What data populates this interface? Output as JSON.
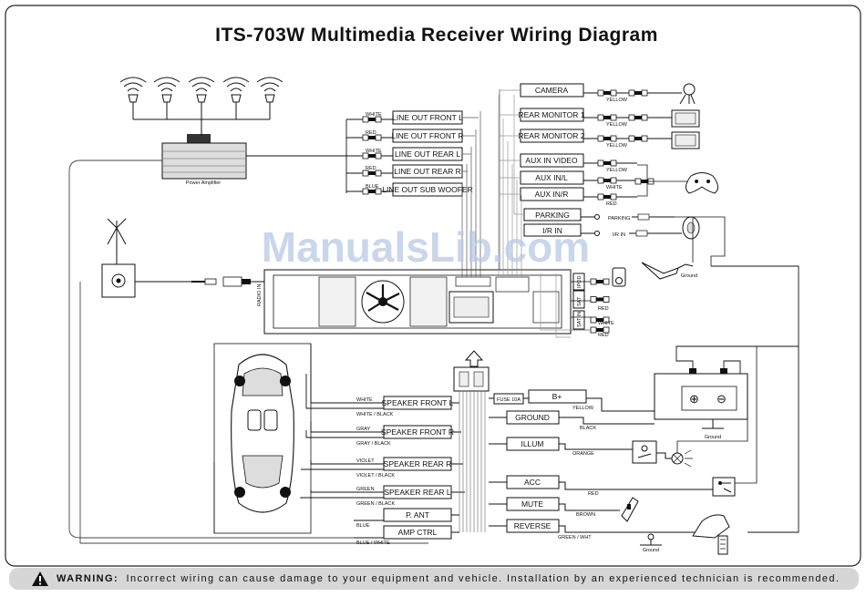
{
  "title": "ITS-703W Multimedia Receiver Wiring Diagram",
  "watermark": "ManualsLib.com",
  "warning": {
    "label": "WARNING:",
    "text": "Incorrect wiring can cause damage to your equipment and vehicle. Installation by an experienced technician is recommended."
  },
  "amplifier": {
    "label": "Power Amplifier"
  },
  "line_outs": [
    {
      "box": "LINE OUT FRONT L",
      "color": "WHITE"
    },
    {
      "box": "LINE OUT FRONT R",
      "color": "RED"
    },
    {
      "box": "LINE OUT REAR L",
      "color": "WHITE"
    },
    {
      "box": "LINE OUT REAR R",
      "color": "RED"
    },
    {
      "box": "LINE OUT SUB WOOFER",
      "color": "BLUE"
    }
  ],
  "video_connectors": [
    {
      "box": "CAMERA",
      "color": "YELLOW"
    },
    {
      "box": "REAR MONITOR 1",
      "color": "YELLOW"
    },
    {
      "box": "REAR MONITOR 2",
      "color": "YELLOW"
    },
    {
      "box": "AUX IN VIDEO",
      "color": "YELLOW"
    },
    {
      "box": "AUX IN/L",
      "color": "WHITE"
    },
    {
      "box": "AUX IN/R",
      "color": "RED"
    }
  ],
  "parking": {
    "box": "PARKING",
    "wire": "PARKING"
  },
  "ir_in": {
    "box": "I/R IN",
    "wire": "I/R IN"
  },
  "radio_in": "RADIO IN",
  "side_ports": [
    "IPOD",
    "SAT",
    "SAT IN"
  ],
  "side_colors": [
    "RED",
    "WHITE",
    "RED"
  ],
  "speakers": [
    {
      "box": "SPEAKER FRONT L",
      "plus": "WHITE",
      "minus": "WHITE / BLACK"
    },
    {
      "box": "SPEAKER FRONT R",
      "plus": "GRAY",
      "minus": "GRAY / BLACK"
    },
    {
      "box": "SPEAKER REAR R",
      "plus": "VIOLET",
      "minus": "VIOLET / BLACK"
    },
    {
      "box": "SPEAKER REAR L",
      "plus": "GREEN",
      "minus": "GREEN / BLACK"
    }
  ],
  "antenna_ctrl": [
    {
      "box": "P. ANT",
      "wire": "BLUE"
    },
    {
      "box": "AMP CTRL",
      "wire": "BLUE / WHITE"
    }
  ],
  "power": {
    "fuse": "FUSE 10A",
    "b_plus": "B+",
    "b_plus_wire": "YELLOW",
    "ground": "GROUND",
    "ground_wire": "BLACK",
    "illum": "ILLUM",
    "illum_wire": "ORANGE",
    "acc": "ACC",
    "acc_wire": "RED",
    "mute": "MUTE",
    "mute_wire": "BROWN",
    "reverse": "REVERSE",
    "reverse_wire": "GREEN / WHT",
    "ground_symbol": "Ground",
    "battery_ground": "Ground",
    "handbrake_ground": "Ground"
  }
}
